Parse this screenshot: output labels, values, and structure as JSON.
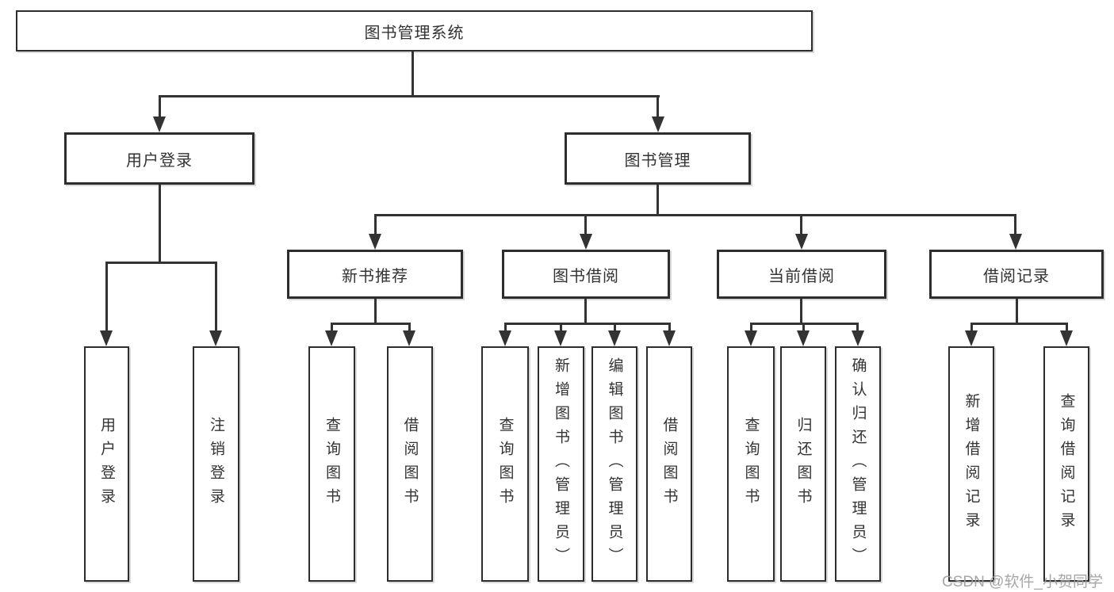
{
  "nodes": {
    "root": {
      "label": "图书管理系统"
    },
    "user_login": {
      "label": "用户登录"
    },
    "book_management": {
      "label": "图书管理"
    },
    "new_book_recommend": {
      "label": "新书推荐"
    },
    "book_borrow": {
      "label": "图书借阅"
    },
    "current_borrow": {
      "label": "当前借阅"
    },
    "borrow_record": {
      "label": "借阅记录"
    },
    "leaf_user_login": {
      "label": "用户登录"
    },
    "leaf_logout": {
      "label": "注销登录"
    },
    "rec_query": {
      "label": "查询图书"
    },
    "rec_borrow": {
      "label": "借阅图书"
    },
    "bb_query": {
      "label": "查询图书"
    },
    "bb_add": {
      "label": "新增图书（管理员）"
    },
    "bb_edit": {
      "label": "编辑图书（管理员）"
    },
    "bb_borrow": {
      "label": "借阅图书"
    },
    "cb_query": {
      "label": "查询图书"
    },
    "cb_return": {
      "label": "归还图书"
    },
    "cb_confirm": {
      "label": "确认归还（管理员）"
    },
    "br_add": {
      "label": "新增借阅记录"
    },
    "br_query": {
      "label": "查询借阅记录"
    }
  },
  "watermark": "CSDN @软件_小贺同学",
  "colors": {
    "line": "#333333",
    "box_border": "#2d2d2d",
    "text": "#333333",
    "background": "#ffffff",
    "watermark": "#9e9e9e"
  }
}
